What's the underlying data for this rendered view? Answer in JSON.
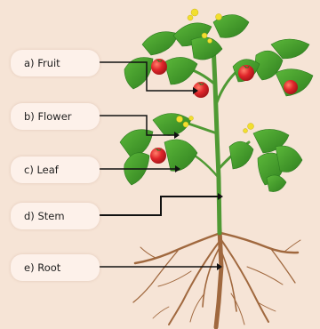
{
  "labels": [
    {
      "id": "fruit",
      "text": "a) Fruit"
    },
    {
      "id": "flower",
      "text": "b) Flower"
    },
    {
      "id": "leaf",
      "text": "c) Leaf"
    },
    {
      "id": "stem",
      "text": "d) Stem"
    },
    {
      "id": "root",
      "text": "e) Root"
    }
  ],
  "colors": {
    "background": "#f6e4d6",
    "pill": "#fdf1ea",
    "leaf": "#3f9a2b",
    "leaf_dark": "#2b7a1e",
    "stem": "#4f9a34",
    "fruit": "#e0262b",
    "flower": "#f2df2e",
    "root": "#a0683e",
    "line": "#111111"
  }
}
